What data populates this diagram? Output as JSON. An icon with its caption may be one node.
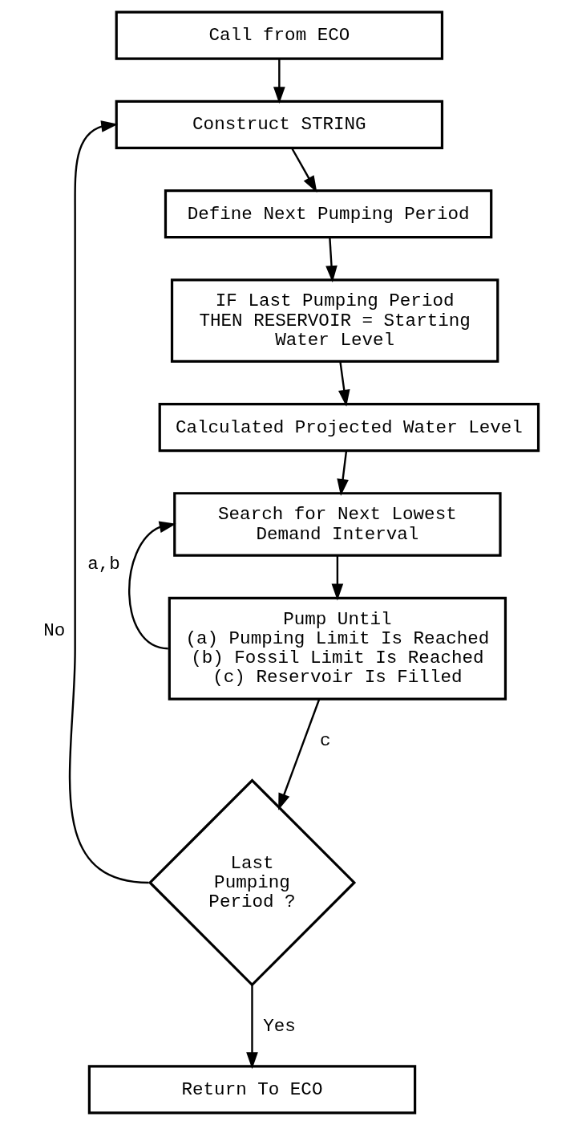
{
  "diagram": {
    "nodes": [
      {
        "text": [
          "Call from ECO"
        ]
      },
      {
        "text": [
          "Construct STRING"
        ]
      },
      {
        "text": [
          "Define Next Pumping Period"
        ]
      },
      {
        "text": [
          "IF Last Pumping Period THEN RESERVOIR = Starting Water Level"
        ]
      },
      {
        "text": [
          "Calculated Projected Water Level"
        ]
      },
      {
        "text": [
          "Search for Next Lowest Demand Interval"
        ]
      },
      {
        "text": [
          "Pump Until",
          "(a) Pumping Limit Is Reached",
          "(b) Fossil Limit Is Reached",
          "(c) Reservoir Is Filled"
        ]
      },
      {
        "text": [
          "Last Pumping Period ?"
        ]
      },
      {
        "text": [
          "Return To ECO"
        ]
      }
    ],
    "edges": [
      {
        "from": 0,
        "to": 1,
        "arrow": "to"
      },
      {
        "from": 1,
        "to": 2,
        "arrow": "to"
      },
      {
        "from": 2,
        "to": 3,
        "arrow": "to"
      },
      {
        "from": 3,
        "to": 4,
        "arrow": "to"
      },
      {
        "from": 4,
        "to": 5,
        "arrow": "to"
      },
      {
        "from": 5,
        "to": 6,
        "arrow": "to"
      },
      {
        "from": 6,
        "to": 5,
        "arrow": "to",
        "label": "a,b"
      },
      {
        "from": 6,
        "to": 7,
        "arrow": "to",
        "label": "c"
      },
      {
        "from": 7,
        "to": 1,
        "arrow": "to",
        "label": "No"
      },
      {
        "from": 7,
        "to": 8,
        "arrow": "to",
        "label": "Yes"
      }
    ]
  }
}
